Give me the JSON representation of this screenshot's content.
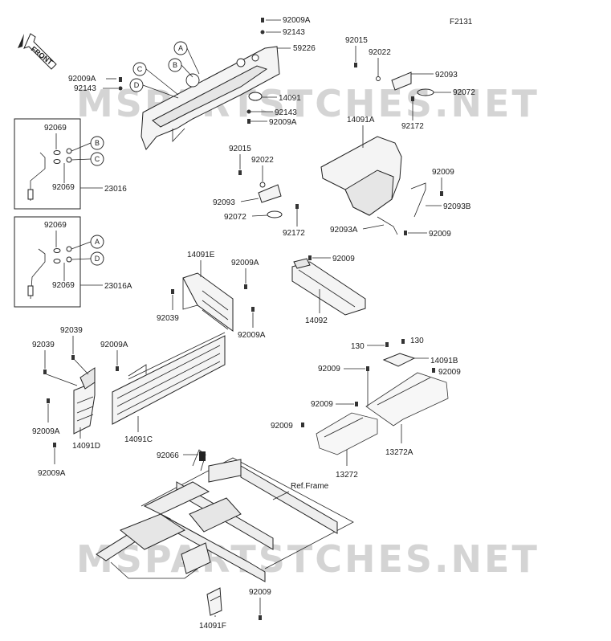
{
  "figure_code": "F2131",
  "front_label": "FRONT",
  "watermark": "MSPARTSTCHES.NET",
  "reference_label": "Ref.Frame",
  "callouts": {
    "a": "A",
    "b": "B",
    "c": "C",
    "d": "D"
  },
  "parts": {
    "p92009a_top": "92009A",
    "p92143_top": "92143",
    "p59226": "59226",
    "p92009a_left": "92009A",
    "p92143_left": "92143",
    "p14091": "14091",
    "p92143_mid": "92143",
    "p92009a_mid": "92009A",
    "p92015_a": "92015",
    "p92022_a": "92022",
    "p92093_a": "92093",
    "p92072_a": "92072",
    "p92172_a": "92172",
    "p14091a": "14091A",
    "p92009_r1": "92009",
    "p92093b": "92093B",
    "p92093a": "92093A",
    "p92009_r2": "92009",
    "p92015_b": "92015",
    "p92022_b": "92022",
    "p92093_b": "92093",
    "p92072_b": "92072",
    "p92172_b": "92172",
    "box1_92069_top": "92069",
    "box1_92069_bot": "92069",
    "box1_23016": "23016",
    "box2_92069_top": "92069",
    "box2_92069_bot": "92069",
    "box2_23016a": "23016A",
    "p14091e": "14091E",
    "p92009a_e": "92009A",
    "p92039_e": "92039",
    "p92009a_e2": "92009A",
    "p92009_14092": "92009",
    "p14092": "14092",
    "p92039_l1": "92039",
    "p92039_l2": "92039",
    "p92009a_c": "92009A",
    "p92009a_d1": "92009A",
    "p14091d": "14091D",
    "p14091c": "14091C",
    "p92009a_d2": "92009A",
    "p130_a": "130",
    "p130_b": "130",
    "p14091b": "14091B",
    "p92009_m1": "92009",
    "p92009_m2": "92009",
    "p92009_m3": "92009",
    "p92009_m4": "92009",
    "p13272": "13272",
    "p13272a": "13272A",
    "p92066": "92066",
    "p92009_f": "92009",
    "p14091f": "14091F"
  }
}
